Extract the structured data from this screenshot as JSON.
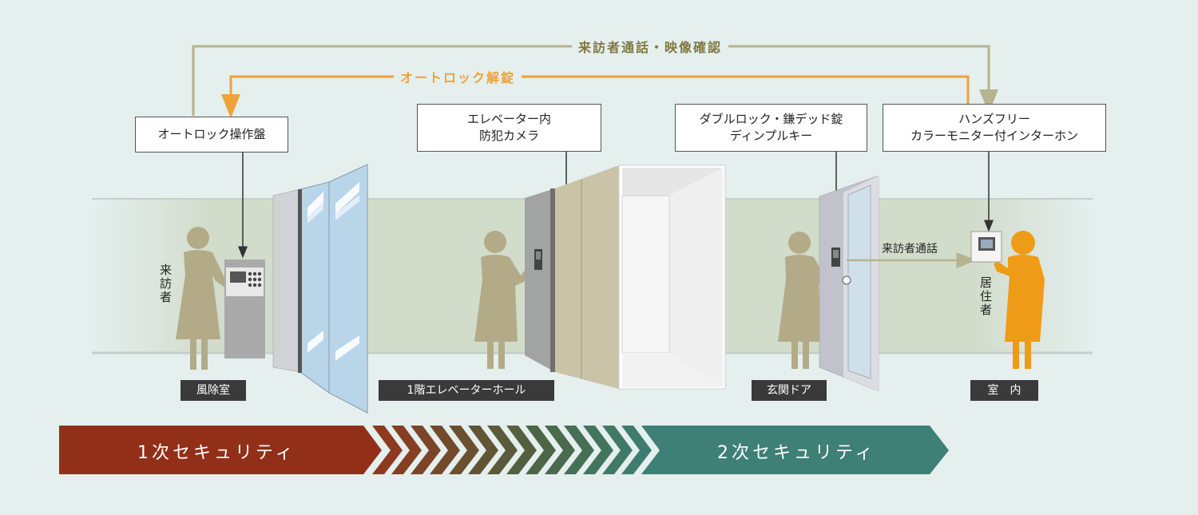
{
  "colors": {
    "background": "#e4efee",
    "corridor": "#d2dccb",
    "figure": "#b3ab88",
    "resident": "#ee9b17",
    "arrow_olive": "#b7b28f",
    "arrow_orange": "#eda33a",
    "header_olive": "#807840",
    "header_orange": "#eda33a",
    "security1": "#922f18",
    "security2": "#3e7f76"
  },
  "header": {
    "video_call": "来訪者通話・映像確認",
    "autolock_release": "オートロック解錠"
  },
  "callouts": {
    "autolock_panel": "オートロック操作盤",
    "elevator_camera": [
      "エレベーター内",
      "防犯カメラ"
    ],
    "door_lock": [
      "ダブルロック・鎌デッド錠",
      "ディンプルキー"
    ],
    "intercom": [
      "ハンズフリー",
      "カラーモニター付インターホン"
    ]
  },
  "people": {
    "visitor": "来訪者",
    "resident": "居住者"
  },
  "flow_label": "来訪者通話",
  "locations": {
    "windbreak_room": "風除室",
    "elevator_hall": "1階エレベーターホール",
    "entrance_door": "玄関ドア",
    "indoor": "室　内"
  },
  "security": {
    "first": "1次セキュリティ",
    "second": "2次セキュリティ"
  }
}
